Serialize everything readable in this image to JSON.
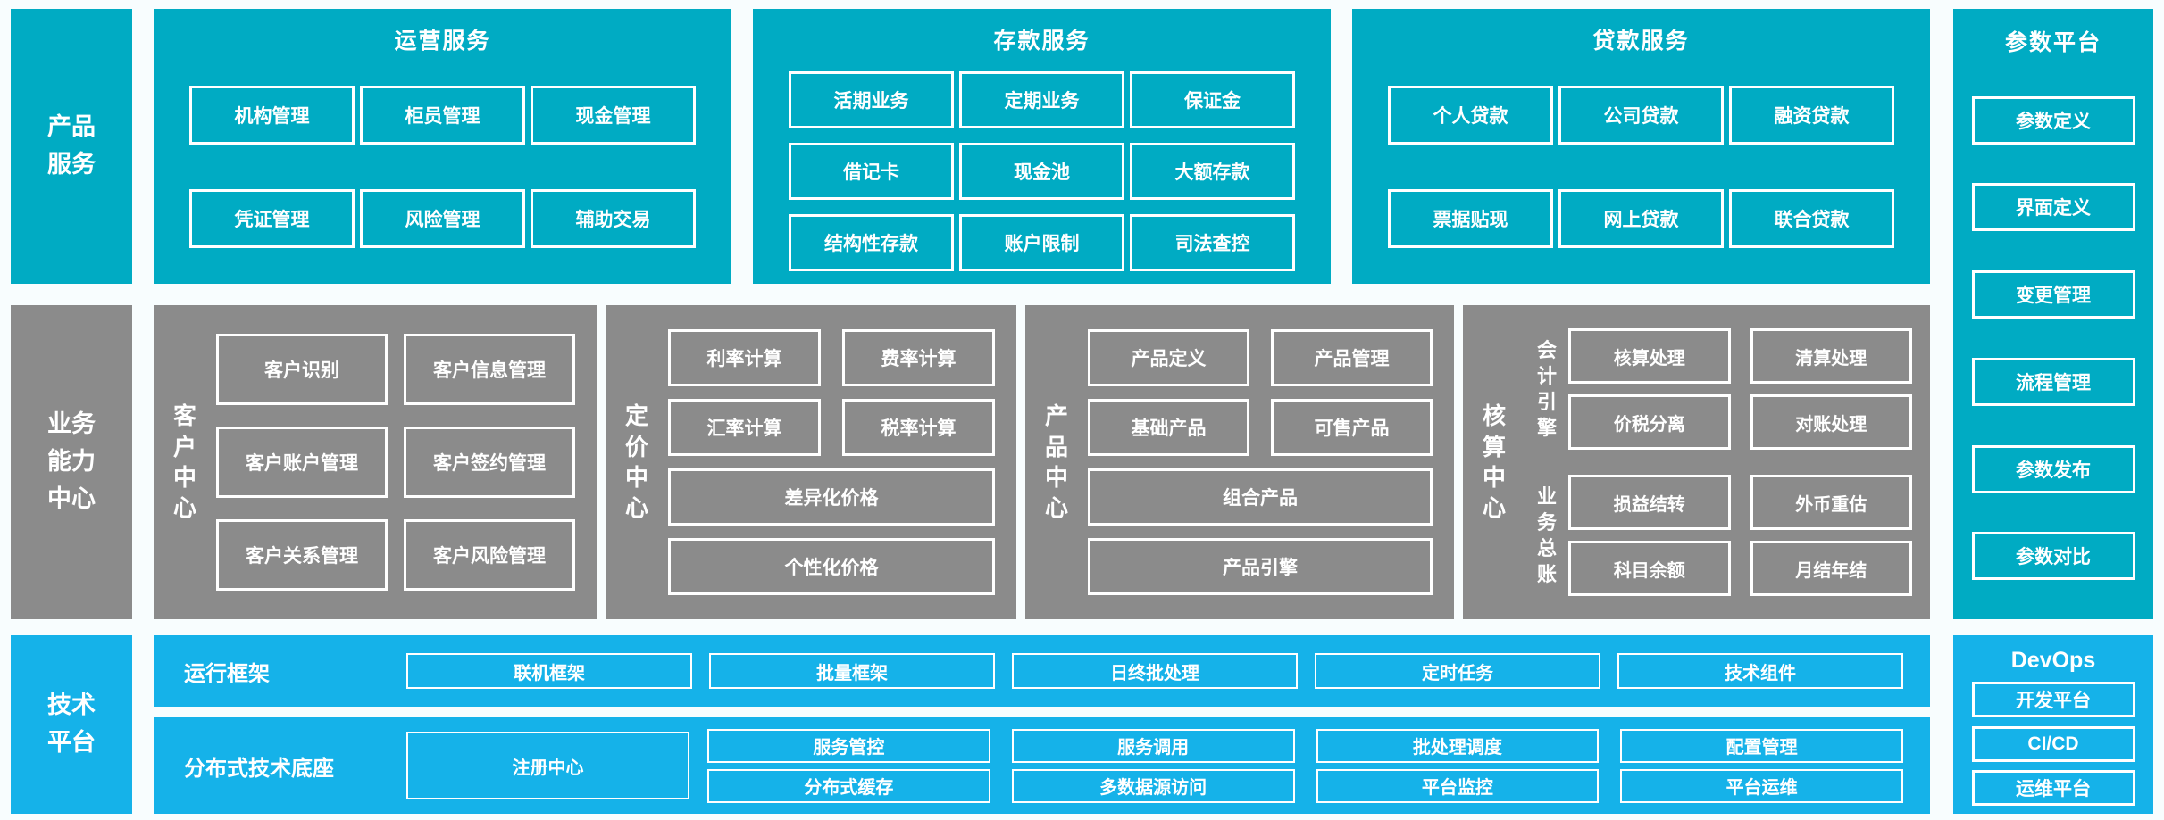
{
  "colors": {
    "teal": "#00abc3",
    "gray": "#8b8b8b",
    "blue": "#15b2e9",
    "bg": "#f8fdfe",
    "box_border": "#ffffff"
  },
  "product_services": {
    "sidebar": "产品\n服务",
    "operations": {
      "title": "运营服务",
      "items": [
        "机构管理",
        "柜员管理",
        "现金管理",
        "凭证管理",
        "风险管理",
        "辅助交易"
      ]
    },
    "deposit": {
      "title": "存款服务",
      "items": [
        "活期业务",
        "定期业务",
        "保证金",
        "借记卡",
        "现金池",
        "大额存款",
        "结构性存款",
        "账户限制",
        "司法查控"
      ]
    },
    "loan": {
      "title": "贷款服务",
      "items": [
        "个人贷款",
        "公司贷款",
        "融资贷款",
        "票据贴现",
        "网上贷款",
        "联合贷款"
      ]
    }
  },
  "parameter_platform": {
    "title": "参数平台",
    "items": [
      "参数定义",
      "界面定义",
      "变更管理",
      "流程管理",
      "参数发布",
      "参数对比"
    ]
  },
  "business_center": {
    "sidebar": "业务\n能力\n中心",
    "customer": {
      "label": "客\n户\n中\n心",
      "items": [
        "客户识别",
        "客户信息管理",
        "客户账户管理",
        "客户签约管理",
        "客户关系管理",
        "客户风险管理"
      ]
    },
    "pricing": {
      "label": "定\n价\n中\n心",
      "items": [
        "利率计算",
        "费率计算",
        "汇率计算",
        "税率计算"
      ],
      "wide_items": [
        "差异化价格",
        "个性化价格"
      ]
    },
    "product": {
      "label": "产\n品\n中\n心",
      "items": [
        "产品定义",
        "产品管理",
        "基础产品",
        "可售产品"
      ],
      "wide_items": [
        "组合产品",
        "产品引擎"
      ]
    },
    "accounting": {
      "label": "核\n算\n中\n心",
      "groups": [
        {
          "label": "会\n计\n引\n擎",
          "items": [
            "核算处理",
            "清算处理",
            "价税分离",
            "对账处理"
          ]
        },
        {
          "label": "业\n务\n总\n账",
          "items": [
            "损益结转",
            "外币重估",
            "科目余额",
            "月结年结"
          ]
        }
      ]
    }
  },
  "tech_platform": {
    "sidebar": "技术\n平台",
    "runtime": {
      "label": "运行框架",
      "items": [
        "联机框架",
        "批量框架",
        "日终批处理",
        "定时任务",
        "技术组件"
      ]
    },
    "distributed": {
      "label": "分布式技术底座",
      "registry": "注册中心",
      "items": [
        "服务管控",
        "服务调用",
        "批处理调度",
        "配置管理",
        "分布式缓存",
        "多数据源访问",
        "平台监控",
        "平台运维"
      ]
    },
    "devops": {
      "title": "DevOps",
      "items": [
        "开发平台",
        "CI/CD",
        "运维平台"
      ]
    }
  }
}
